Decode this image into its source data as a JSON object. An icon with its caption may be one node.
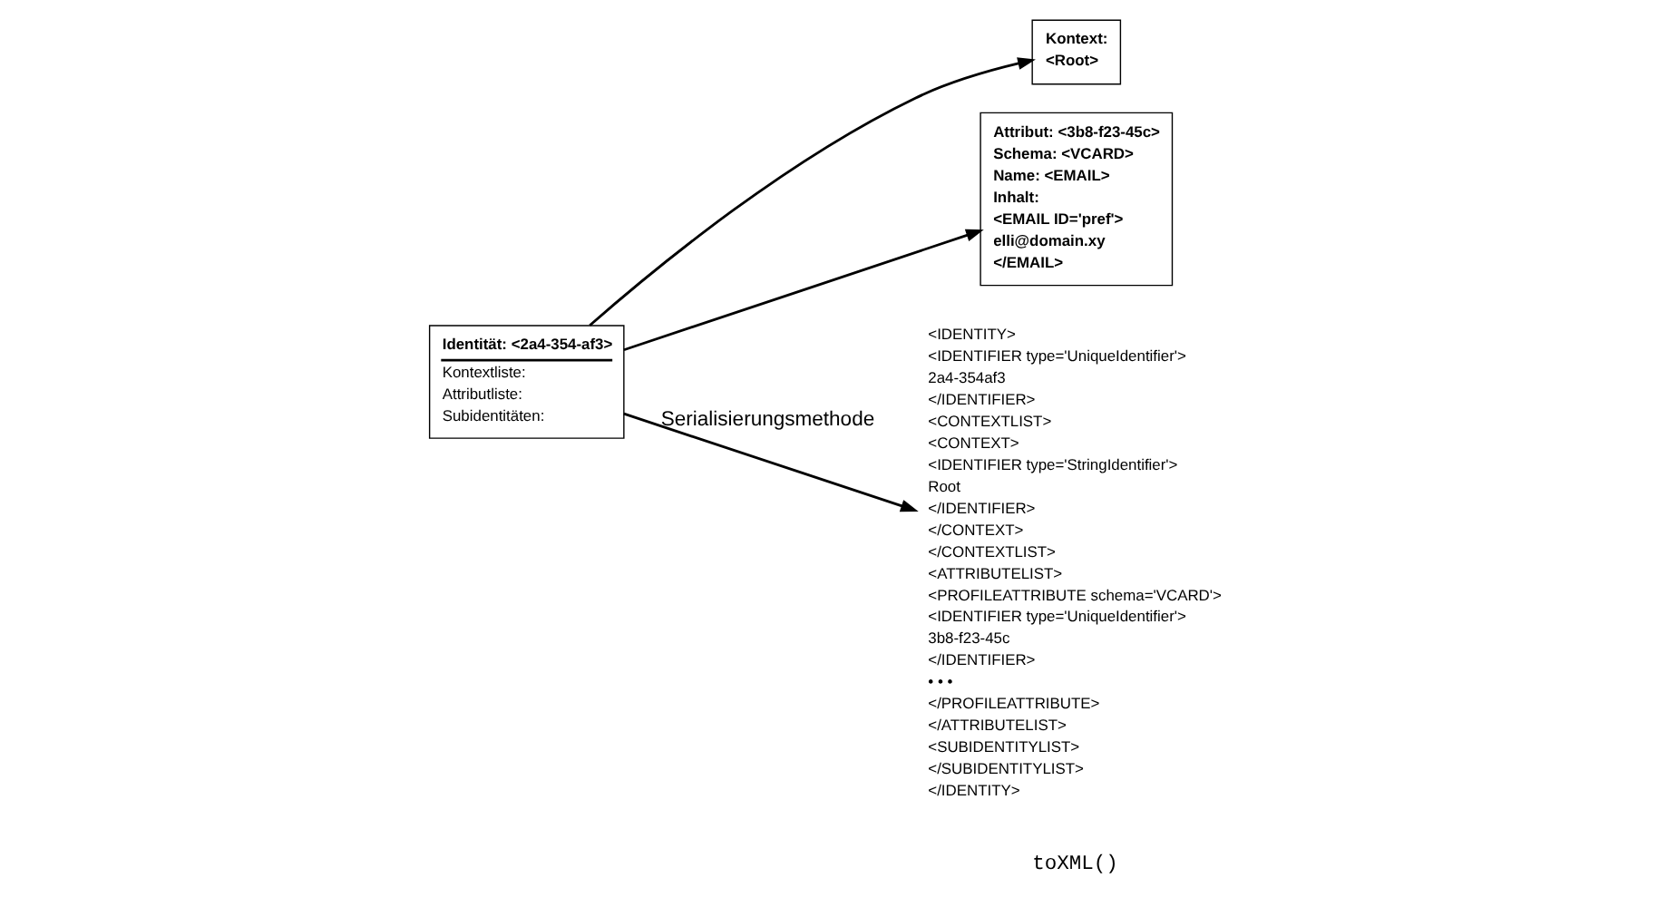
{
  "diagram": {
    "nodes": [
      {
        "text": [
          "Identität: <2a4-354-af3>",
          "Kontextliste:",
          "Attributliste:",
          "Subidentitäten:"
        ]
      },
      {
        "text": [
          "Kontext:",
          "<Root>"
        ]
      },
      {
        "text": [
          "Attribut: <3b8-f23-45c>",
          "Schema: <VCARD>",
          "Name: <EMAIL>",
          "Inhalt:",
          "<EMAIL ID='pref'>",
          "elli@domain.xy",
          "</EMAIL>"
        ]
      },
      {
        "text": [
          "<IDENTITY>",
          "<IDENTIFIER type='UniqueIdentifier'>",
          "2a4-354af3",
          "</IDENTIFIER>",
          "<CONTEXTLIST>",
          "<CONTEXT>",
          "<IDENTIFIER type='StringIdentifier'>",
          "Root",
          "</IDENTIFIER>",
          "</CONTEXT>",
          "</CONTEXTLIST>",
          "<ATTRIBUTELIST>",
          "<PROFILEATTRIBUTE schema='VCARD'>",
          "<IDENTIFIER type='UniqueIdentifier'>",
          "3b8-f23-45c",
          "</IDENTIFIER>",
          "• • •",
          "</PROFILEATTRIBUTE>",
          "</ATTRIBUTELIST>",
          "<SUBIDENTITYLIST>",
          "</SUBIDENTITYLIST>",
          "</IDENTITY>"
        ]
      }
    ],
    "edges": [
      {
        "from": 0,
        "to": 1,
        "arrow": "to"
      },
      {
        "from": 0,
        "to": 2,
        "arrow": "to"
      },
      {
        "from": 0,
        "to": 3,
        "arrow": "to",
        "label": "Serialisierungsmethode"
      }
    ],
    "labels": [
      "toXML()"
    ]
  }
}
